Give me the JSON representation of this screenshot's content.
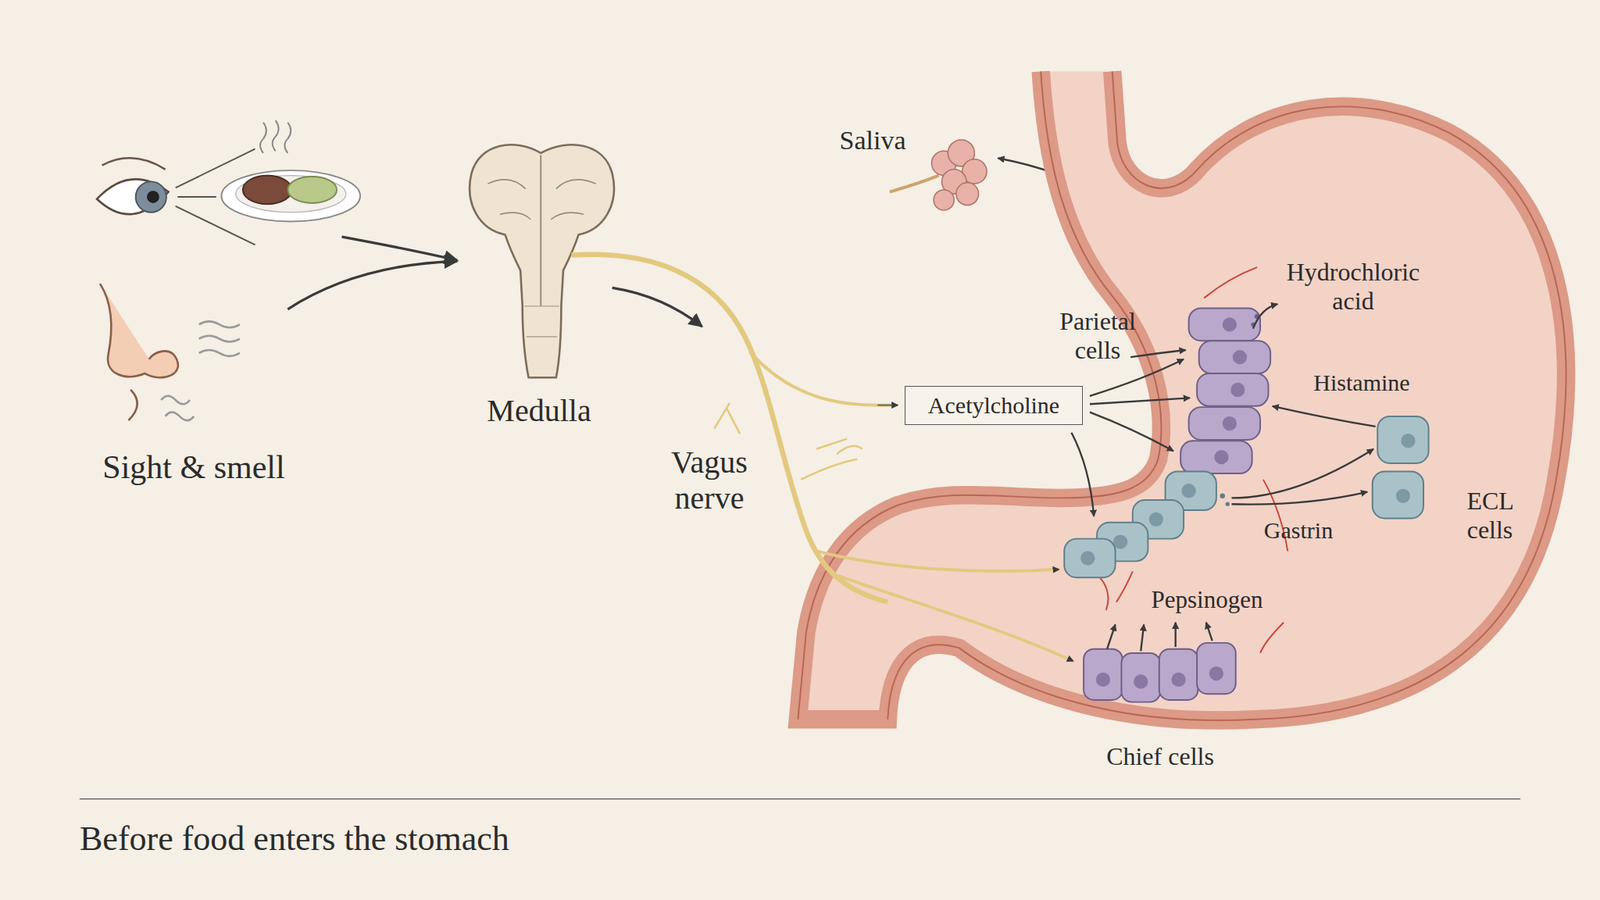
{
  "diagram": {
    "caption": "Before food enters the stomach",
    "nodes": [
      {
        "text": [
          "Acetylcholine"
        ]
      }
    ],
    "labels": [
      "Sight & smell",
      "Medulla",
      "Vagus nerve",
      "Saliva",
      "Hydrochloric acid",
      "Parietal cells",
      "Histamine",
      "ECL cells",
      "Gastrin",
      "Pepsinogen",
      "Chief cells"
    ]
  }
}
